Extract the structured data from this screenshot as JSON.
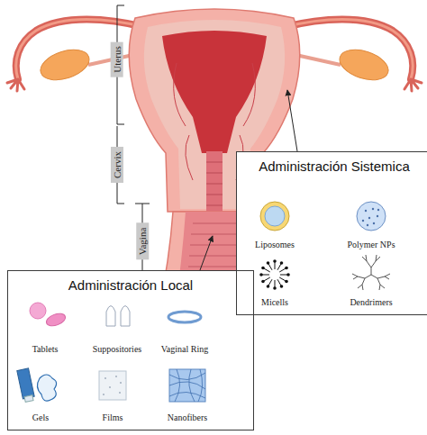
{
  "diagram": {
    "nodes": [
      {
        "text": [
          "Uterus"
        ]
      },
      {
        "text": [
          "Cervix"
        ]
      },
      {
        "text": [
          "Vagina"
        ]
      },
      {
        "text": [
          "Administración Sistemica"
        ]
      },
      {
        "text": [
          "Administración Local"
        ]
      }
    ],
    "labels": [
      "Liposomes",
      "Polymer NPs",
      "Micells",
      "Dendrimers",
      "Tablets",
      "Suppositories",
      "Vaginal Ring",
      "Gels",
      "Films",
      "Nanofibers"
    ]
  }
}
